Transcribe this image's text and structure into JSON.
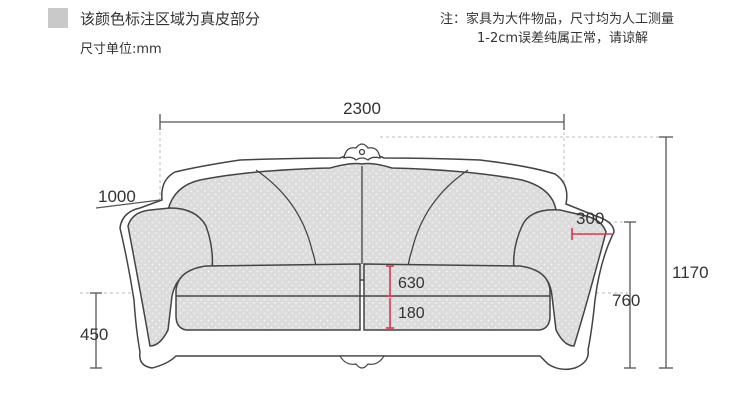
{
  "header": {
    "legend_text": "该颜色标注区域为真皮部分",
    "unit_text": "尺寸单位:mm",
    "note_line1": "注：家具为大件物品，尺寸均为人工测量",
    "note_line2": "1-2cm误差纯属正常，请谅解"
  },
  "colors": {
    "leather": "#dcdcdc",
    "outline": "#444444",
    "accent": "#e0334f",
    "dim_line": "#555555"
  },
  "dimensions": {
    "width": "2300",
    "depth": "1000",
    "arm_width": "300",
    "height": "1170",
    "back_height": "760",
    "seat_height": "450",
    "seat_depth": "630",
    "cushion_thickness": "180"
  }
}
